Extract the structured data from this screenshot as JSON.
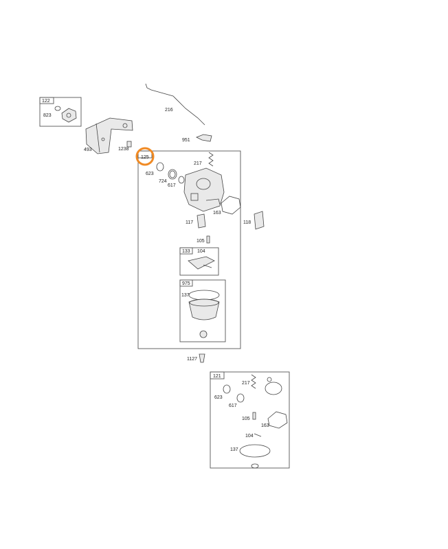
{
  "labels": {
    "l122": "122",
    "l823": "823",
    "l493": "493",
    "l1238": "1238",
    "l216": "216",
    "l951": "951",
    "l125": "125",
    "l217": "217",
    "l623": "623",
    "l724": "724",
    "l617": "617",
    "l163": "163",
    "l117": "117",
    "l118": "118",
    "l105": "105",
    "l133": "133",
    "l104": "104",
    "l975": "975",
    "l137": "137",
    "l1127": "1127",
    "k121": "121",
    "k217": "217",
    "k623": "623",
    "k617": "617",
    "k105": "105",
    "k163": "163",
    "k104": "104",
    "k137": "137"
  },
  "colors": {
    "highlight": "#f08a24",
    "line": "#444444"
  }
}
